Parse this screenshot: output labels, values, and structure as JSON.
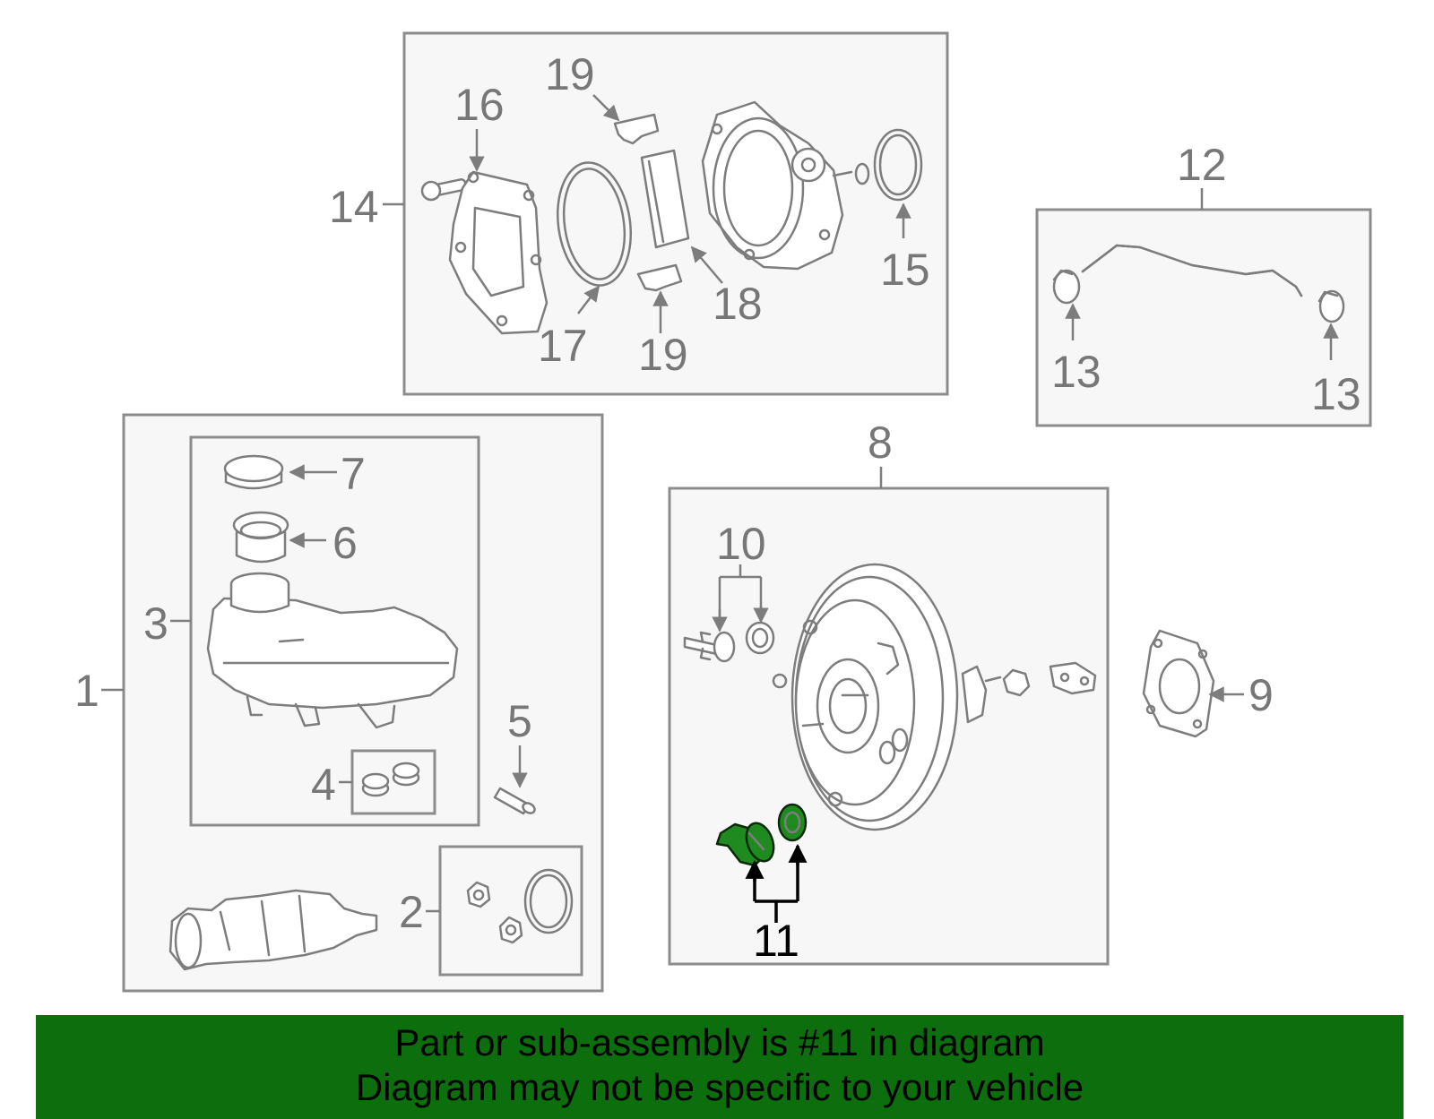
{
  "callouts": {
    "c1": "1",
    "c2": "2",
    "c3": "3",
    "c4": "4",
    "c5": "5",
    "c6": "6",
    "c7": "7",
    "c8": "8",
    "c9": "9",
    "c10": "10",
    "c11": "11",
    "c12": "12",
    "c13a": "13",
    "c13b": "13",
    "c14": "14",
    "c15": "15",
    "c16": "16",
    "c17": "17",
    "c18": "18",
    "c19a": "19",
    "c19b": "19"
  },
  "highlight": {
    "part_number": "11",
    "color": "#1f8a1f"
  },
  "banner": {
    "line1": "Part or sub-assembly is #11 in diagram",
    "line2": "Diagram may not be specific to your vehicle",
    "background": "#0d6e0d"
  }
}
